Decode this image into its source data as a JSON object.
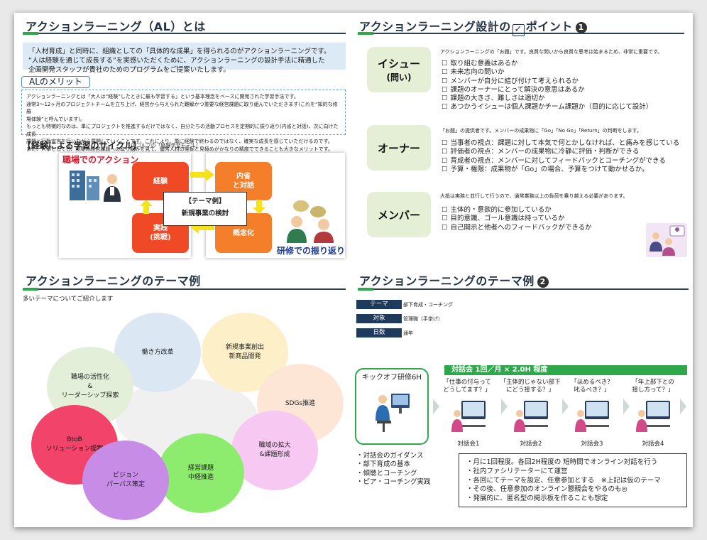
{
  "sections": {
    "al_title": "アクションラーニング（AL）とは",
    "design_title_pre": "アクションラーニング設計の",
    "design_title_post": "ポイント",
    "design_num": "1",
    "theme_title": "アクションラーニングのテーマ例",
    "theme2_title": "アクションラーニングのテーマ例",
    "theme2_num": "2"
  },
  "intro": {
    "line1": "「人材育成」と同時に、組織としての「具体的な成果」を得られるのがアクションラーニングです。",
    "line2": "“人は経験を通じて成長する”を実感いただくために、アクションラーニングの設計手法に精通した",
    "line3": "企画開発スタッフが貴社のためのプログラムをご提案いたします。"
  },
  "merit": {
    "tag": "ALのメリット",
    "l1": "アクションラーニングとは「大人は“経験”したときに最も学習する」という基本理念をベースに開発された学習手法です。",
    "l2": "通常3〜12ヶ月のプロジェクトチームを立ち上げ、経営から与えられた難解かつ重要な経営課題に取り組んでいただきます(これを“知的な修羅",
    "l3": "場体験”と呼んでいます)。",
    "l4": "もっとも特徴的なのは、単にプロジェクトを推進するだけではなく、自分たちの活動プロセスを定期的に振り返り(内省と対話)、次に向けた成長",
    "l5": "課題と行動宣言を行いながら展開していくことです。これにより、単に経験で終わるのではなく、確実な成長を感じていただけるのです。",
    "l6": "また、人事としても、実際の経営課題への取り組みを見て、優秀人材の発掘と見極めがかなりの精度でできることも大きなメリットです。"
  },
  "cycle": {
    "title": "【経験による学習のサイクル】",
    "sub": "D.コルブの「経験学習モデル」",
    "workplace": "職場でのアクション",
    "training": "研修での振り返り",
    "q1": "経験",
    "q2_a": "内省",
    "q2_b": "と対話",
    "q3_a": "実践",
    "q3_b": "(挑戦)",
    "q4": "概念化",
    "center_a": "【テーマ例】",
    "center_b": "新規事業の検討"
  },
  "points": [
    {
      "label": "イシュー",
      "label2": "(問い)",
      "desc": "アクションラーニングの「お題」です。良質な問いから良質な思考は始まるため、非常に重要です。",
      "items": [
        "取り組む意義はあるか",
        "未来志向の問いか",
        "メンバーが自分に結び付けて考えられるか",
        "課題のオーナーにとって解決の意思はあるか",
        "課題の大きさ、難しさは適切か",
        "あつかうイシューは個人課題かチーム課題か（目的に応じて設計）"
      ]
    },
    {
      "label": "オーナー",
      "label2": "",
      "desc": "「お題」の提供者です。メンバーの成果物に「Go」「No Go」「Return」の判断をします。",
      "items": [
        "当事者の視点：課題に対して本気で何とかしなければ、と痛みを感じている",
        "評価者の視点：メンバーの成果物に冷静に評価・判断ができる",
        "育成者の視点：メンバーに対してフィードバックとコーチングができる",
        "予算・権限：成果物が「Go」の場合、予算をつけて動かせるか。"
      ]
    },
    {
      "label": "メンバー",
      "label2": "",
      "desc": "大抵は実務と並行して行うので、通常業務以上の負荷を乗り越える必要があります。",
      "items": [
        "主体的・意欲的に参加しているか",
        "目的意識、ゴール意識は持っているか",
        "自己開示と他者へのフィードバックができるか"
      ]
    }
  ],
  "theme": {
    "intro": "多いテーマについてご紹介します",
    "circles": {
      "work": "働き方改革",
      "newbiz_a": "新規事業創出",
      "newbiz_b": "新商品開発",
      "org_a": "職場の活性化",
      "org_b": "&",
      "org_c": "リーダーシップ探索",
      "sdgs": "SDGs推進",
      "btob_a": "BtoB",
      "btob_b": "ソリューション提案",
      "expand_a": "職域の拡大",
      "expand_b": "&課題形成",
      "mgmt_a": "経営課題",
      "mgmt_b": "中経推進",
      "vision_a": "ビジョン",
      "vision_b": "パーパス策定"
    }
  },
  "theme2": {
    "rows": [
      {
        "label": "テーマ",
        "value": "部下育成・コーチング"
      },
      {
        "label": "対象",
        "value": "管理職（手挙げ）"
      },
      {
        "label": "日数",
        "value": "通年"
      }
    ],
    "kickoff": "キックオフ研修6H",
    "bar": "対話会 1回／月 × 2.0H 程度",
    "dialogs": [
      {
        "q1": "「仕事の付与って",
        "q2": "どうしてます？」",
        "label": "対話会1"
      },
      {
        "q1": "「主体的じゃない部下",
        "q2": "にどう接する？」",
        "label": "対話会2"
      },
      {
        "q1": "「ほめるべき？",
        "q2": "叱るべき？」",
        "label": "対話会3"
      },
      {
        "q1": "「年上部下との",
        "q2": "接し方って？」",
        "label": "対話会4"
      }
    ],
    "bullets": [
      "対話会のガイダンス",
      "部下育成の基本",
      "傾聴とコーチング",
      "ピア・コーチング実践"
    ],
    "summary": [
      "月に1回程度。各回2H程度の 短時間でオンライン対話を行う",
      "社内ファシリテーターにて運営",
      "各回にてテーマを設定、任意参加とする　※上記は仮のテーマ",
      "その後、任意参加のオンライン懇親会をやるのも◎",
      "発展的に、匿名型の掲示板を作ることも想定"
    ]
  },
  "colors": {
    "navy": "#243447",
    "green": "#2ea84a",
    "red": "#ef4a25",
    "orange": "#f47e2a",
    "yellow_arrow": "#f6e21a",
    "point_bg": "#e4efd6"
  }
}
